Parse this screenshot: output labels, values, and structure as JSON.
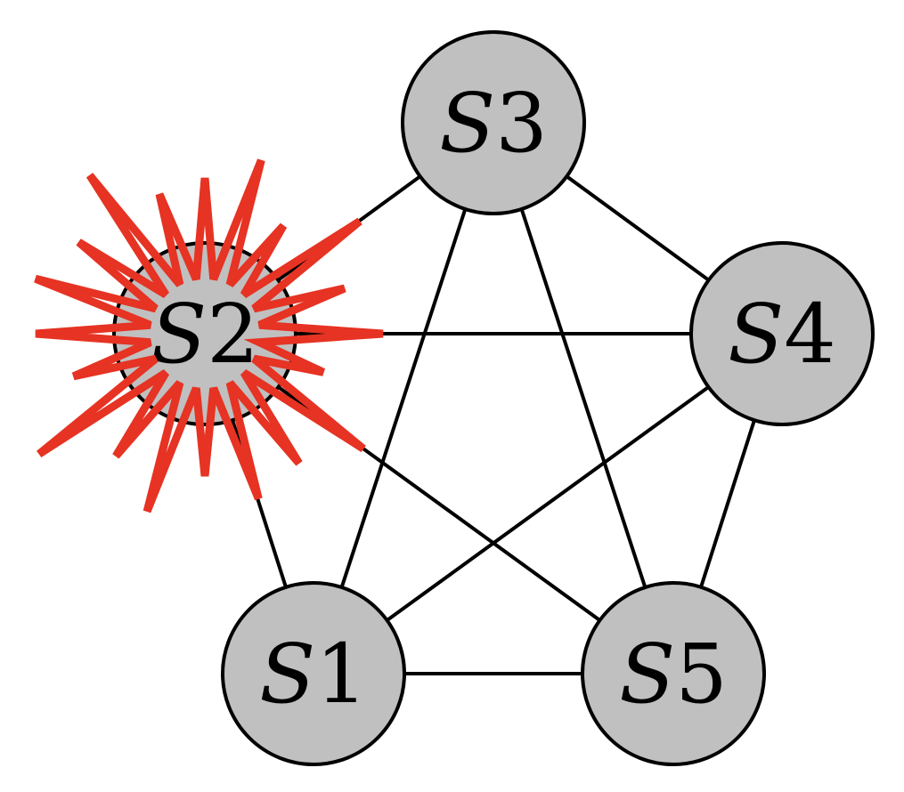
{
  "colors": {
    "node_fill": "#c0c0c0",
    "node_stroke": "#000000",
    "edge": "#000000",
    "starburst": "#e63323",
    "background": "#ffffff"
  },
  "diagram": {
    "type": "complete-graph",
    "nodes": [
      {
        "id": "S1",
        "var": "S",
        "num": "1"
      },
      {
        "id": "S2",
        "var": "S",
        "num": "2",
        "highlighted": true,
        "highlight_icon": "starburst-icon"
      },
      {
        "id": "S3",
        "var": "S",
        "num": "3"
      },
      {
        "id": "S4",
        "var": "S",
        "num": "4"
      },
      {
        "id": "S5",
        "var": "S",
        "num": "5"
      }
    ],
    "edges": [
      [
        "S1",
        "S2"
      ],
      [
        "S1",
        "S3"
      ],
      [
        "S1",
        "S4"
      ],
      [
        "S1",
        "S5"
      ],
      [
        "S2",
        "S3"
      ],
      [
        "S2",
        "S4"
      ],
      [
        "S2",
        "S5"
      ],
      [
        "S3",
        "S4"
      ],
      [
        "S3",
        "S5"
      ],
      [
        "S4",
        "S5"
      ]
    ]
  }
}
